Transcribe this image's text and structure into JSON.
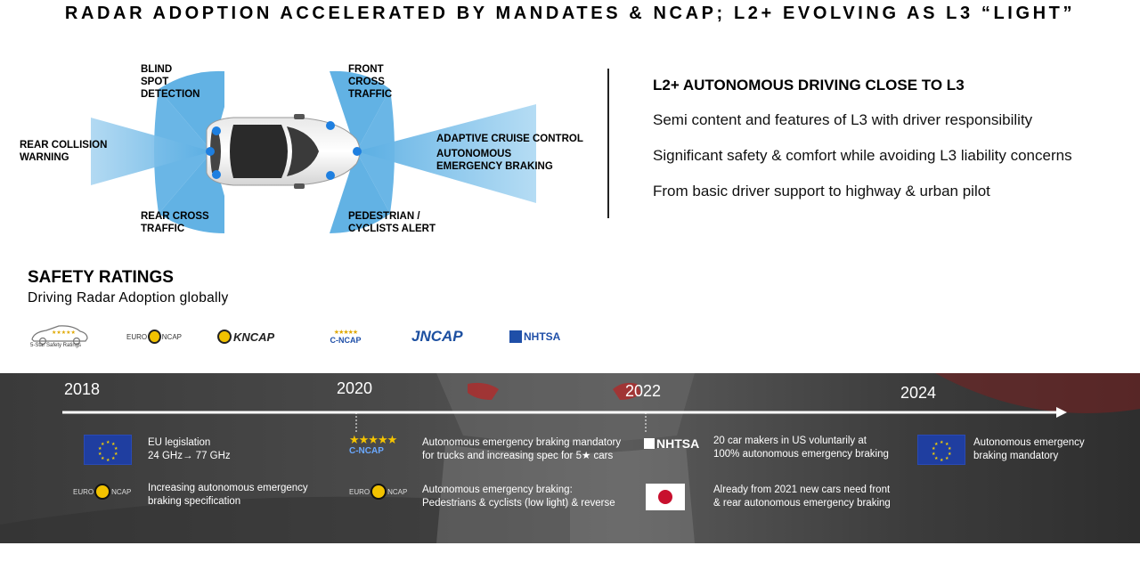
{
  "title": "RADAR ADOPTION ACCELERATED BY MANDATES & NCAP; L2+ EVOLVING AS L3 “LIGHT”",
  "diagram": {
    "labels": {
      "rear_collision": "REAR COLLISION\nWARNING",
      "blind_spot": "BLIND\nSPOT\nDETECTION",
      "rear_cross": "REAR CROSS\nTRAFFIC",
      "front_cross": "FRONT\nCROSS\nTRAFFIC",
      "acc": "ADAPTIVE CRUISE CONTROL",
      "aeb": "AUTONOMOUS\nEMERGENCY  BRAKING",
      "pedestrian": "PEDESTRIAN  /\nCYCLISTS  ALERT"
    }
  },
  "l2": {
    "title": "L2+ AUTONOMOUS DRIVING CLOSE TO L3",
    "items": [
      "Semi content and features of L3 with driver responsibility",
      "Significant safety & comfort while avoiding L3 liability concerns",
      "From basic driver support to highway & urban pilot"
    ]
  },
  "safety": {
    "title": "SAFETY RATINGS",
    "subtitle": "Driving Radar Adoption globally",
    "logos": {
      "five_star": "5-Star Safety Ratings",
      "euro_ncap_left": "EURO",
      "euro_ncap_right": "NCAP",
      "kncap": "KNCAP",
      "cncap": "C-NCAP",
      "jncap": "JNCAP",
      "nhtsa": "NHTSA"
    }
  },
  "timeline": {
    "years": [
      "2018",
      "2020",
      "2022",
      "2024"
    ],
    "events": {
      "eu_legislation": "EU legislation\n24 GHz→ 77 GHz",
      "euro_ncap_aeb": "Increasing autonomous emergency\nbraking specification",
      "cncap_trucks": "Autonomous emergency braking mandatory\nfor trucks and increasing spec for 5★ cars",
      "euro_ncap_ped": "Autonomous emergency braking:\nPedestrians & cyclists (low light) & reverse",
      "nhtsa_20": "20 car makers in US voluntarily at\n100% autonomous emergency braking",
      "japan_2021": "Already from 2021 new cars need front\n& rear autonomous emergency braking",
      "eu_2024": "Autonomous emergency\nbraking mandatory"
    },
    "logo_text": {
      "euro": "EURO",
      "ncap": "NCAP",
      "cncap": "C-NCAP",
      "nhtsa": "NHTSA"
    }
  },
  "colors": {
    "radar_blue": "#5aaee3",
    "sensor_blue": "#1e7fe0",
    "eu_blue": "#1f3ea0",
    "eu_star": "#f5d000",
    "ncap_yellow": "#f2c200",
    "japan_red": "#c8102e"
  }
}
